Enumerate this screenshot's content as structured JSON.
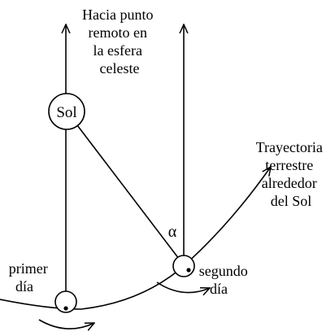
{
  "labels": {
    "remote_point": [
      "Hacia punto",
      "remoto en",
      "la esfera",
      "celeste"
    ],
    "sun": "Sol",
    "orbit": [
      "Trayectoria",
      "terrestre",
      "alrededor",
      "del Sol"
    ],
    "angle": "α",
    "first_day": [
      "primer",
      "día"
    ],
    "second_day": [
      "segundo",
      "día"
    ]
  }
}
